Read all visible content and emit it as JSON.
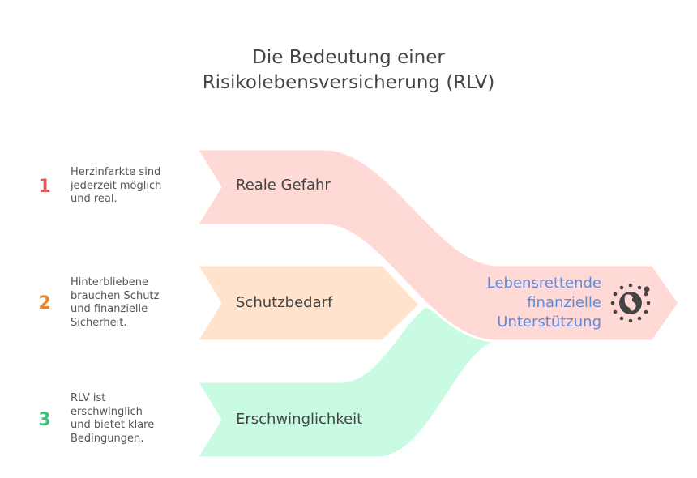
{
  "title": {
    "line1": "Die Bedeutung einer",
    "line2": "Risikolebensversicherung (RLV)"
  },
  "items": [
    {
      "number": "1",
      "label": "Reale Gefahr",
      "desc": [
        "Herzinfarkte sind",
        "jederzeit möglich",
        "und real."
      ],
      "color": "#e05a5a",
      "fill": "#ffd9d6"
    },
    {
      "number": "2",
      "label": "Schutzbedarf",
      "desc": [
        "Hinterbliebene",
        "brauchen Schutz",
        "und finanzielle",
        "Sicherheit."
      ],
      "color": "#e8862f",
      "fill": "#ffe3cc"
    },
    {
      "number": "3",
      "label": "Erschwinglichkeit",
      "desc": [
        "RLV ist",
        "erschwinglich",
        "und bietet klare",
        "Bedingungen."
      ],
      "color": "#3cc47c",
      "fill": "#c8fbe1"
    }
  ],
  "outcome": {
    "lines": [
      "Lebensrettende",
      "finanzielle",
      "Unterstützung"
    ],
    "icon": "globe-icon",
    "color": "#5b8be0"
  }
}
